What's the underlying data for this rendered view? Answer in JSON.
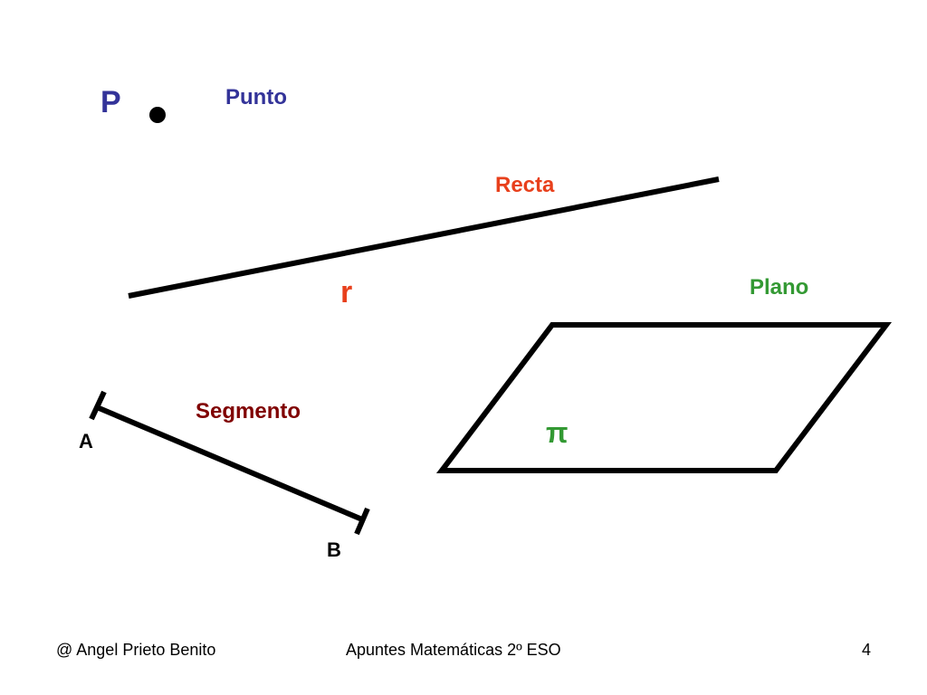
{
  "labels": {
    "point_letter": "P",
    "point_name": "Punto",
    "line_name": "Recta",
    "line_letter": "r",
    "plane_name": "Plano",
    "plane_letter": "π",
    "segment_name": "Segmento",
    "segment_start": "A",
    "segment_end": "B"
  },
  "footer": {
    "author": "@  Angel Prieto Benito",
    "course": "Apuntes Matemáticas 2º ESO",
    "page_number": "4"
  },
  "colors": {
    "point": "#333399",
    "line": "#e8401c",
    "plane": "#339933",
    "segment": "#800000",
    "stroke": "#000000",
    "text": "#000000"
  }
}
